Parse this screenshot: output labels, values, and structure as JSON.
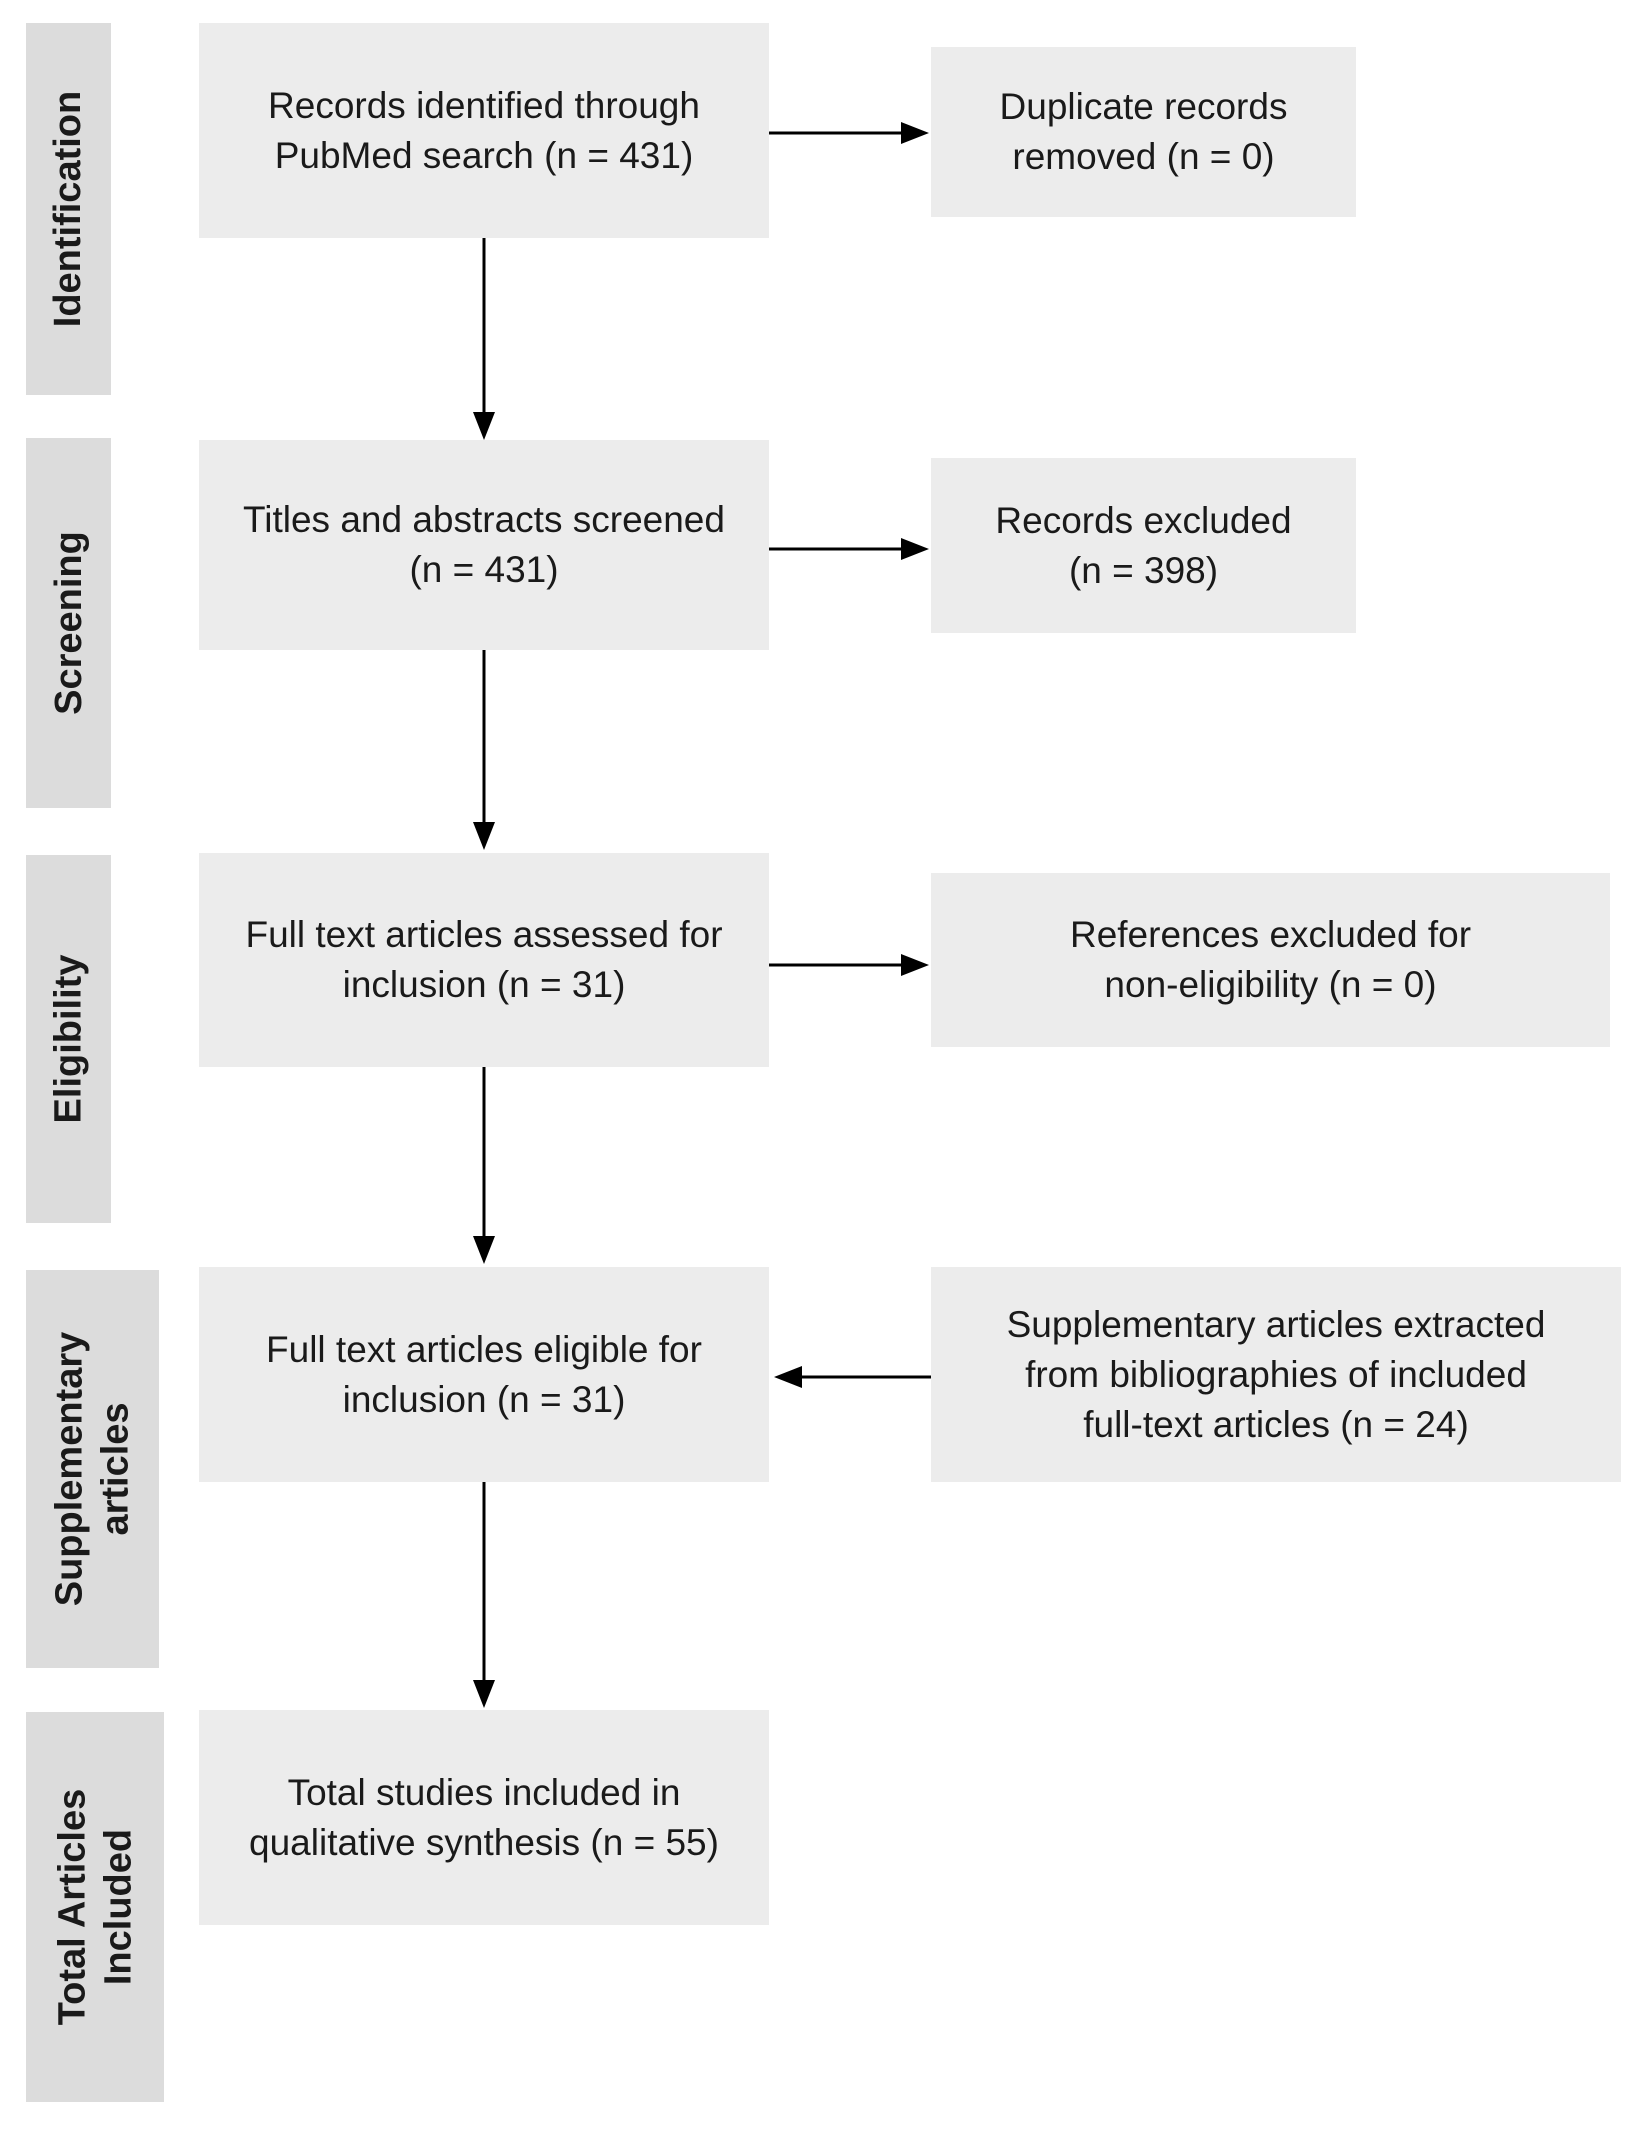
{
  "diagram_type": "PRISMA flow diagram",
  "stages": [
    {
      "id": "identification",
      "lines": [
        "Identification"
      ]
    },
    {
      "id": "screening",
      "lines": [
        "Screening"
      ]
    },
    {
      "id": "eligibility",
      "lines": [
        "Eligibility"
      ]
    },
    {
      "id": "supplementary-articles",
      "lines": [
        "Supplementary",
        "articles"
      ]
    },
    {
      "id": "total-articles-included",
      "lines": [
        "Total Articles",
        "Included"
      ]
    }
  ],
  "flow_boxes": [
    {
      "id": "records-identified",
      "lines": [
        "Records identified through",
        "PubMed search (n = 431)"
      ],
      "n": 431
    },
    {
      "id": "titles-abstracts-screened",
      "lines": [
        "Titles and abstracts screened",
        "(n = 431)"
      ],
      "n": 431
    },
    {
      "id": "full-text-assessed",
      "lines": [
        "Full text articles assessed for",
        "inclusion (n = 31)"
      ],
      "n": 31
    },
    {
      "id": "full-text-eligible",
      "lines": [
        "Full text articles eligible for",
        "inclusion (n = 31)"
      ],
      "n": 31
    },
    {
      "id": "total-studies-included",
      "lines": [
        "Total studies included in",
        "qualitative synthesis (n = 55)"
      ],
      "n": 55
    }
  ],
  "side_boxes": [
    {
      "id": "duplicates-removed",
      "lines": [
        "Duplicate records",
        "removed (n = 0)"
      ],
      "n": 0
    },
    {
      "id": "records-excluded",
      "lines": [
        "Records excluded",
        "(n = 398)"
      ],
      "n": 398
    },
    {
      "id": "references-excluded",
      "lines": [
        "References excluded for",
        "non-eligibility (n = 0)"
      ],
      "n": 0
    },
    {
      "id": "supplementary-extracted",
      "lines": [
        "Supplementary articles extracted",
        "from bibliographies of included",
        "full-text articles (n = 24)"
      ],
      "n": 24
    }
  ],
  "colors": {
    "background": "#ffffff",
    "flow_box_fill": "#ececec",
    "stage_fill": "#dcdcdc",
    "text": "#1a1a1a",
    "arrow": "#000000"
  }
}
